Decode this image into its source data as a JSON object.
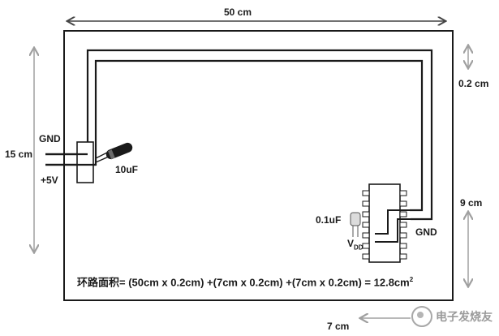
{
  "labels": {
    "width_50cm": "50 cm",
    "gap_02cm": "0.2 cm",
    "gnd_left": "GND",
    "height_15cm": "15 cm",
    "plus5v": "+5V",
    "cap_10uf": "10uF",
    "height_9cm": "9 cm",
    "cap_01uf": "0.1uF",
    "vdd_main": "V",
    "vdd_sub": "DD",
    "gnd_right": "GND",
    "width_7cm": "7 cm",
    "formula_main": "环路面积= (50cm x 0.2cm) +(7cm x 0.2cm) +(7cm x 0.2cm) = 12.8cm",
    "formula_sup": "2"
  },
  "watermark": {
    "text": "电子发烧友",
    "icon": "watermark-logo-icon"
  },
  "colors": {
    "line": "#1a1a1a",
    "arrow": "#a0a0a0",
    "text": "#1a1a1a"
  }
}
